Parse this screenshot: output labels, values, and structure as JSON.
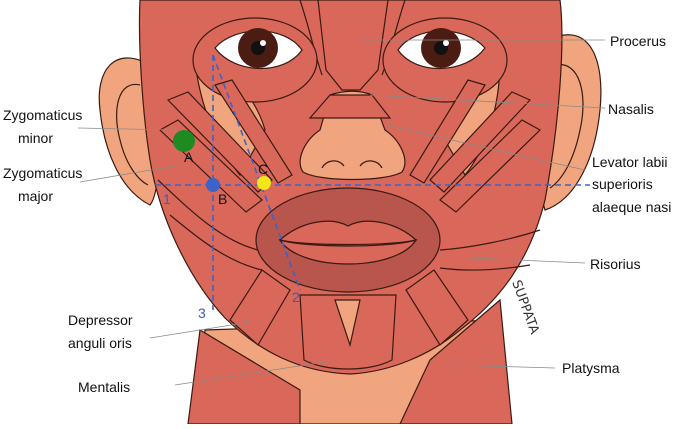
{
  "labels": {
    "procerus": "Procerus",
    "nasalis": "Nasalis",
    "levator_line1": "Levator labii",
    "levator_line2": "superioris",
    "levator_line3": "alaeque nasi",
    "risorius": "Risorius",
    "platysma": "Platysma",
    "zyg_minor_line1": "Zygomaticus",
    "zyg_minor_line2": "minor",
    "zyg_major_line1": "Zygomaticus",
    "zyg_major_line2": "major",
    "depressor_line1": "Depressor",
    "depressor_line2": "anguli oris",
    "mentalis": "Mentalis"
  },
  "guide_lines": {
    "line1": "1",
    "line2": "2",
    "line3": "3"
  },
  "points": {
    "A": "A",
    "B": "B",
    "C": "C"
  },
  "signature": "SUPPATA",
  "colors": {
    "muscle": "#d9685a",
    "skin": "#f0a57e",
    "outline": "#3a1a12",
    "guide_line": "#3b63c9",
    "point_a": "#1f8a1f",
    "point_b": "#3b63c9",
    "point_c": "#f3e716",
    "lips": "#b8554c",
    "iris": "#4a1c12"
  }
}
